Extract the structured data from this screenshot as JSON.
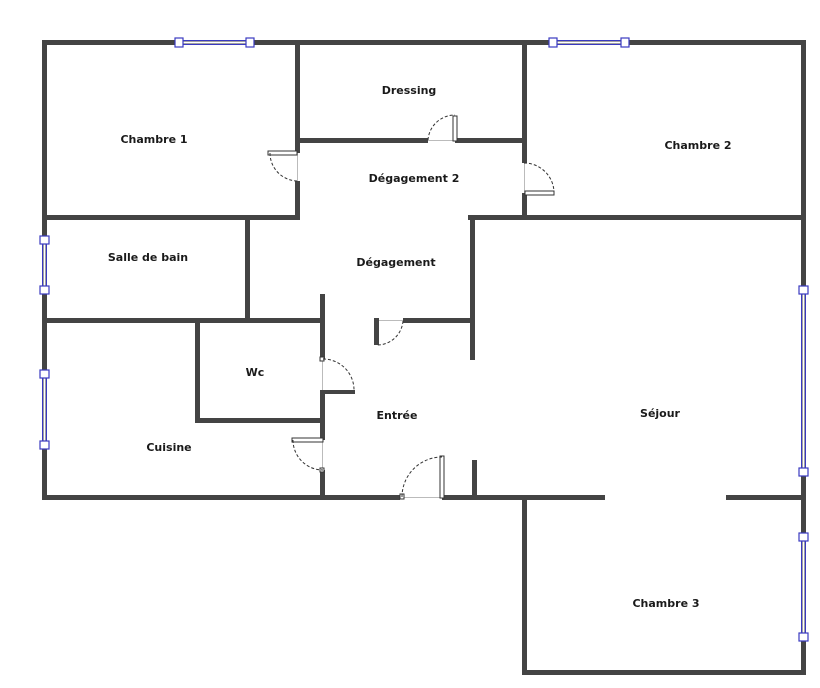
{
  "plan": {
    "rooms": {
      "chambre1": "Chambre 1",
      "dressing": "Dressing",
      "chambre2": "Chambre 2",
      "degagement2": "Dégagement 2",
      "salle_de_bain": "Salle de bain",
      "degagement": "Dégagement",
      "wc": "Wc",
      "entree": "Entrée",
      "sejour": "Séjour",
      "cuisine": "Cuisine",
      "chambre3": "Chambre 3"
    },
    "colors": {
      "wall": "#444444",
      "window": "#3a3ac0",
      "label": "#1a1a1a"
    }
  }
}
